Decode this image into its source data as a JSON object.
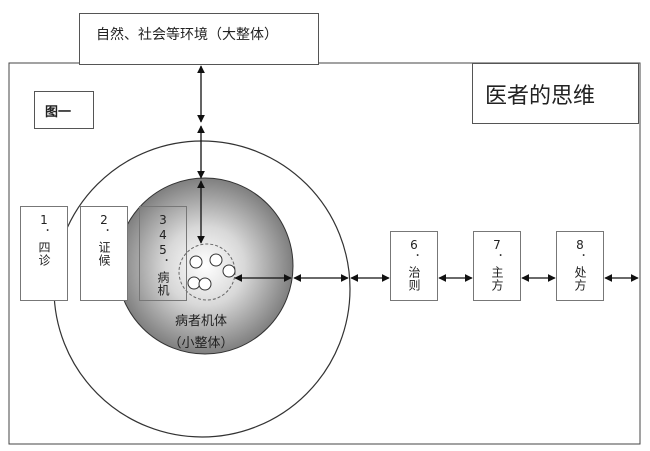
{
  "env_label": "自然、社会等环境（大整体）",
  "title": "医者的思维",
  "figure_label": "图一",
  "steps": {
    "s1": "1．四诊",
    "s2": "2．证候",
    "s3": "345．病机",
    "s6": "6．治则",
    "s7": "7．主方",
    "s8": "8．处方"
  },
  "core": {
    "line1": "病者机体",
    "line2": "（小整体）"
  }
}
